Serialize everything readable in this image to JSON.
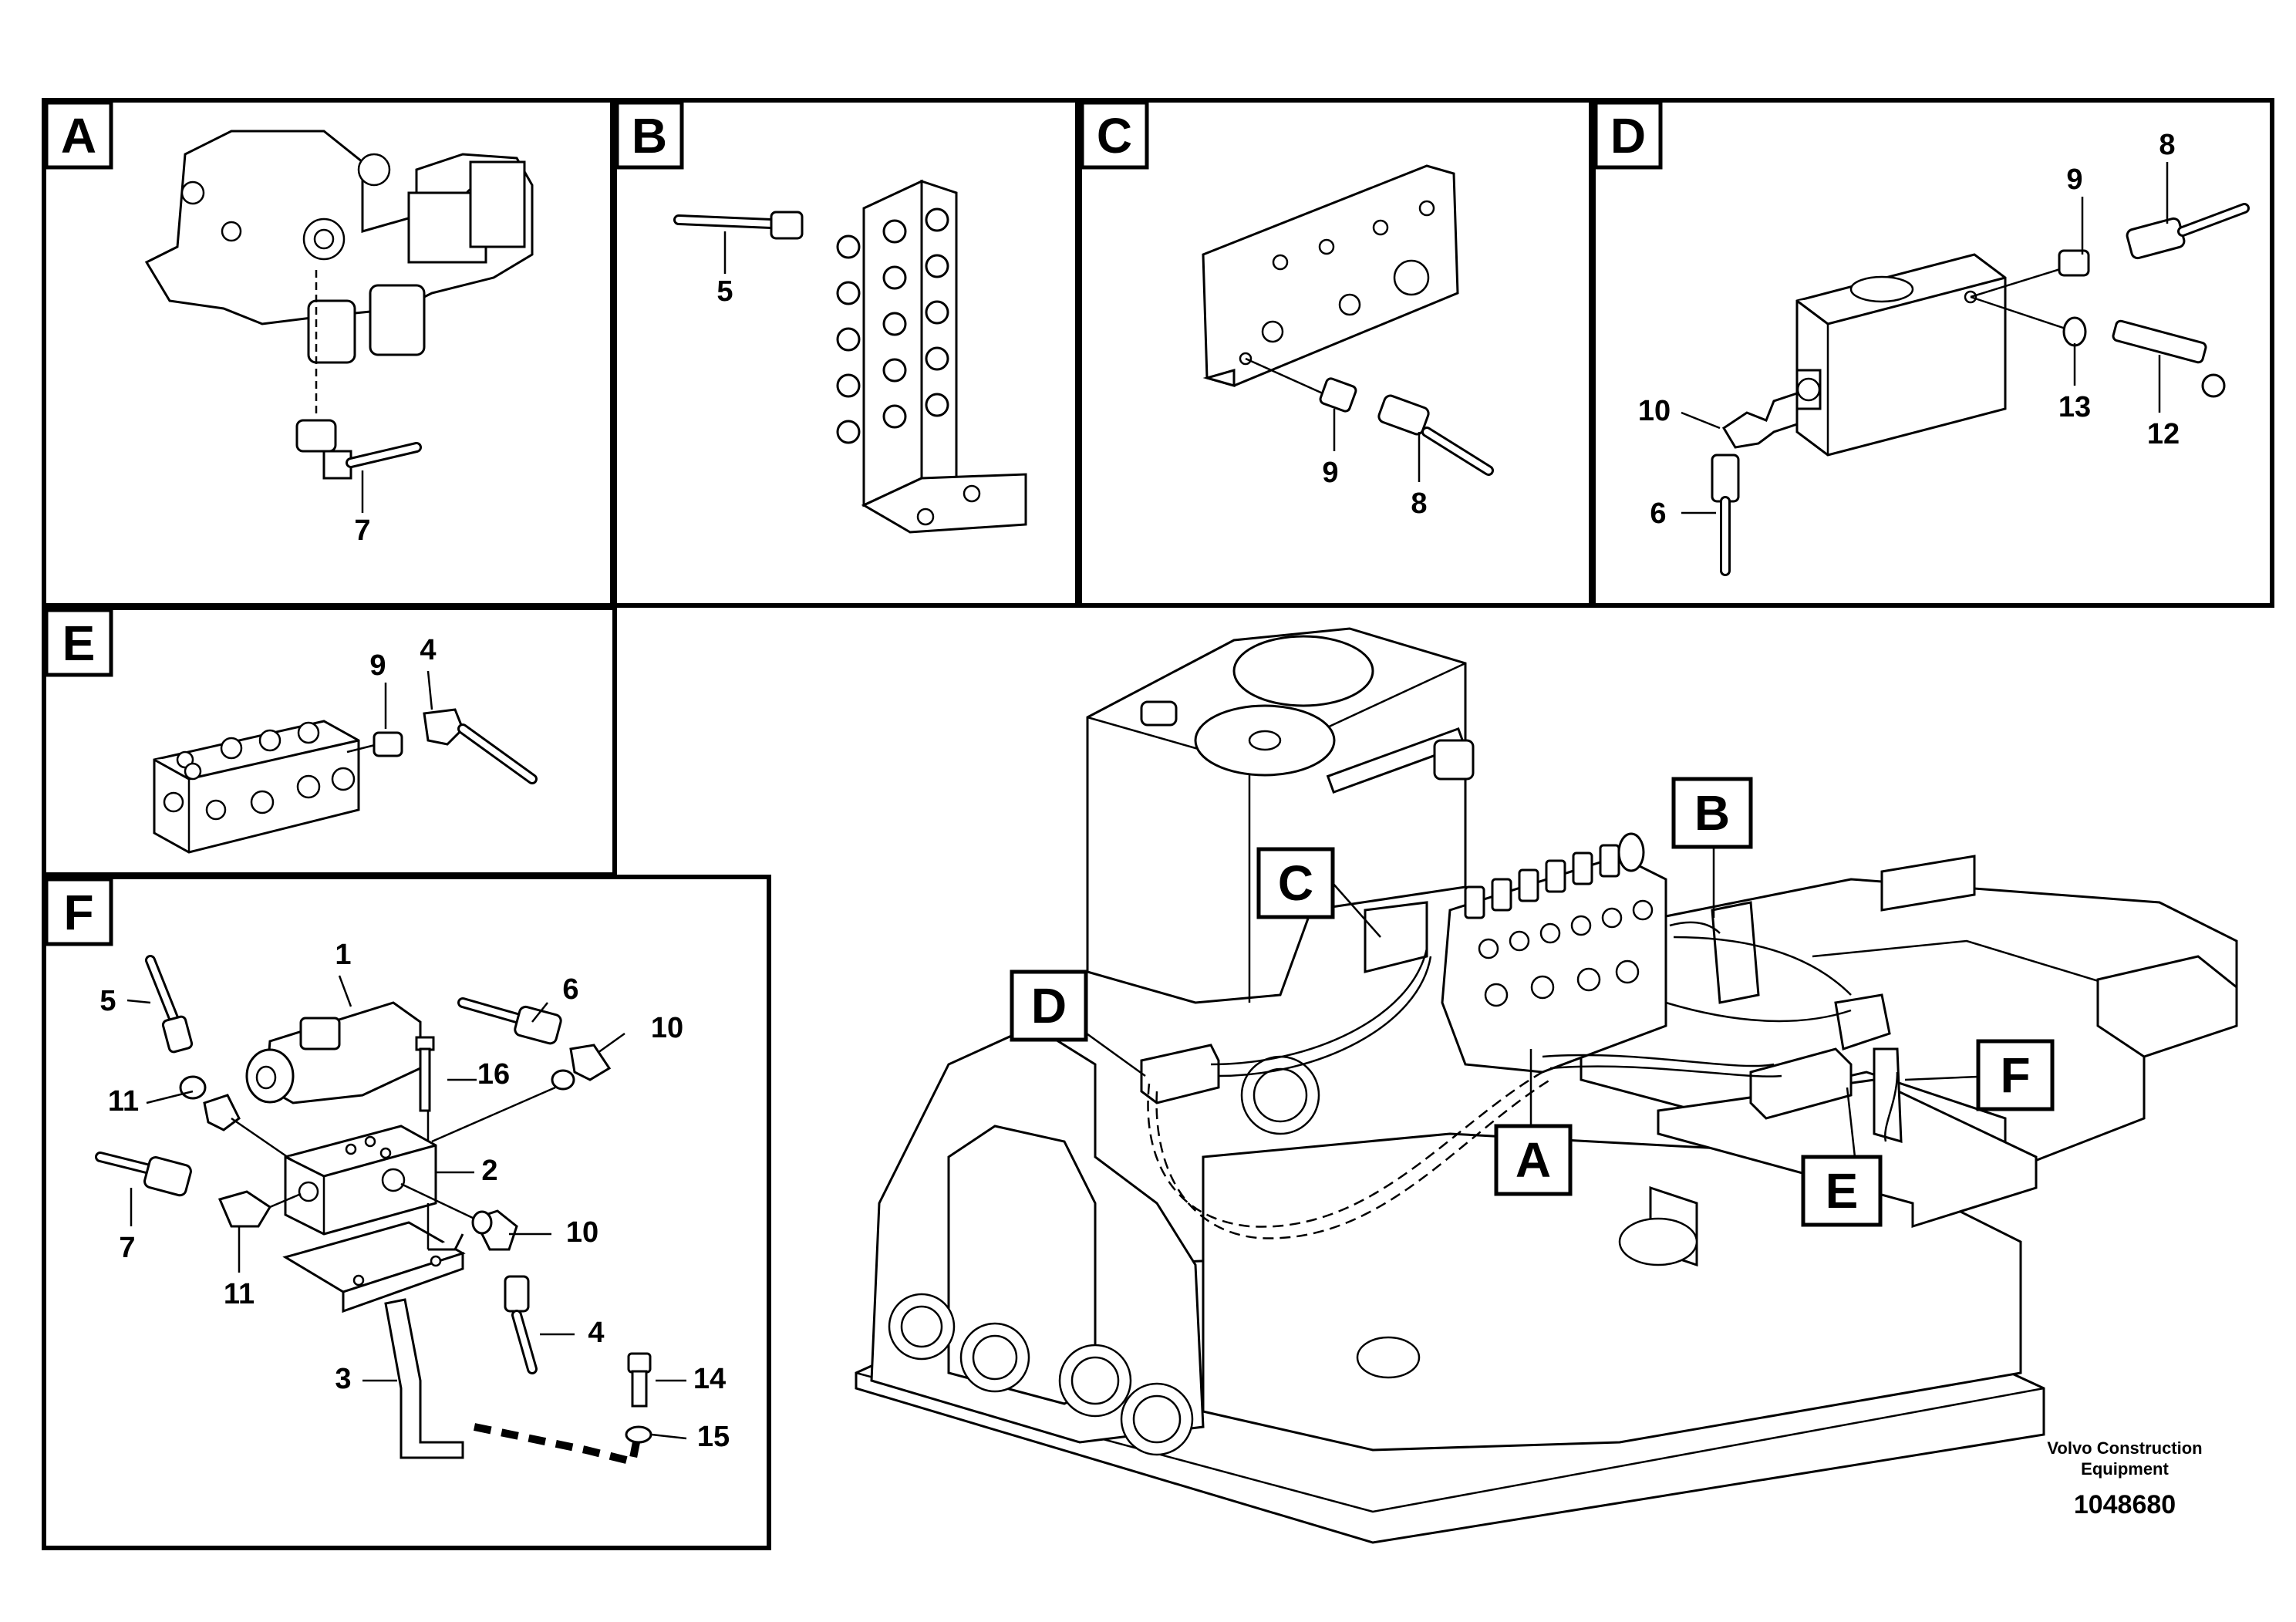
{
  "panels": {
    "A": {
      "label": "A",
      "parts": [
        "7"
      ]
    },
    "B": {
      "label": "B",
      "parts": [
        "5"
      ]
    },
    "C": {
      "label": "C",
      "parts": [
        "9",
        "8"
      ]
    },
    "D": {
      "label": "D",
      "parts": [
        "9",
        "8",
        "10",
        "13",
        "12",
        "6"
      ]
    },
    "E": {
      "label": "E",
      "parts": [
        "9",
        "4"
      ]
    },
    "F": {
      "label": "F",
      "parts": [
        "1",
        "5",
        "6",
        "10",
        "11",
        "16",
        "2",
        "7",
        "11",
        "10",
        "4",
        "3",
        "14",
        "15"
      ]
    }
  },
  "main_view": {
    "callouts": [
      "A",
      "B",
      "C",
      "D",
      "E",
      "F"
    ]
  },
  "footer": {
    "company_line1": "Volvo Construction",
    "company_line2": "Equipment",
    "doc_number": "1048680"
  }
}
